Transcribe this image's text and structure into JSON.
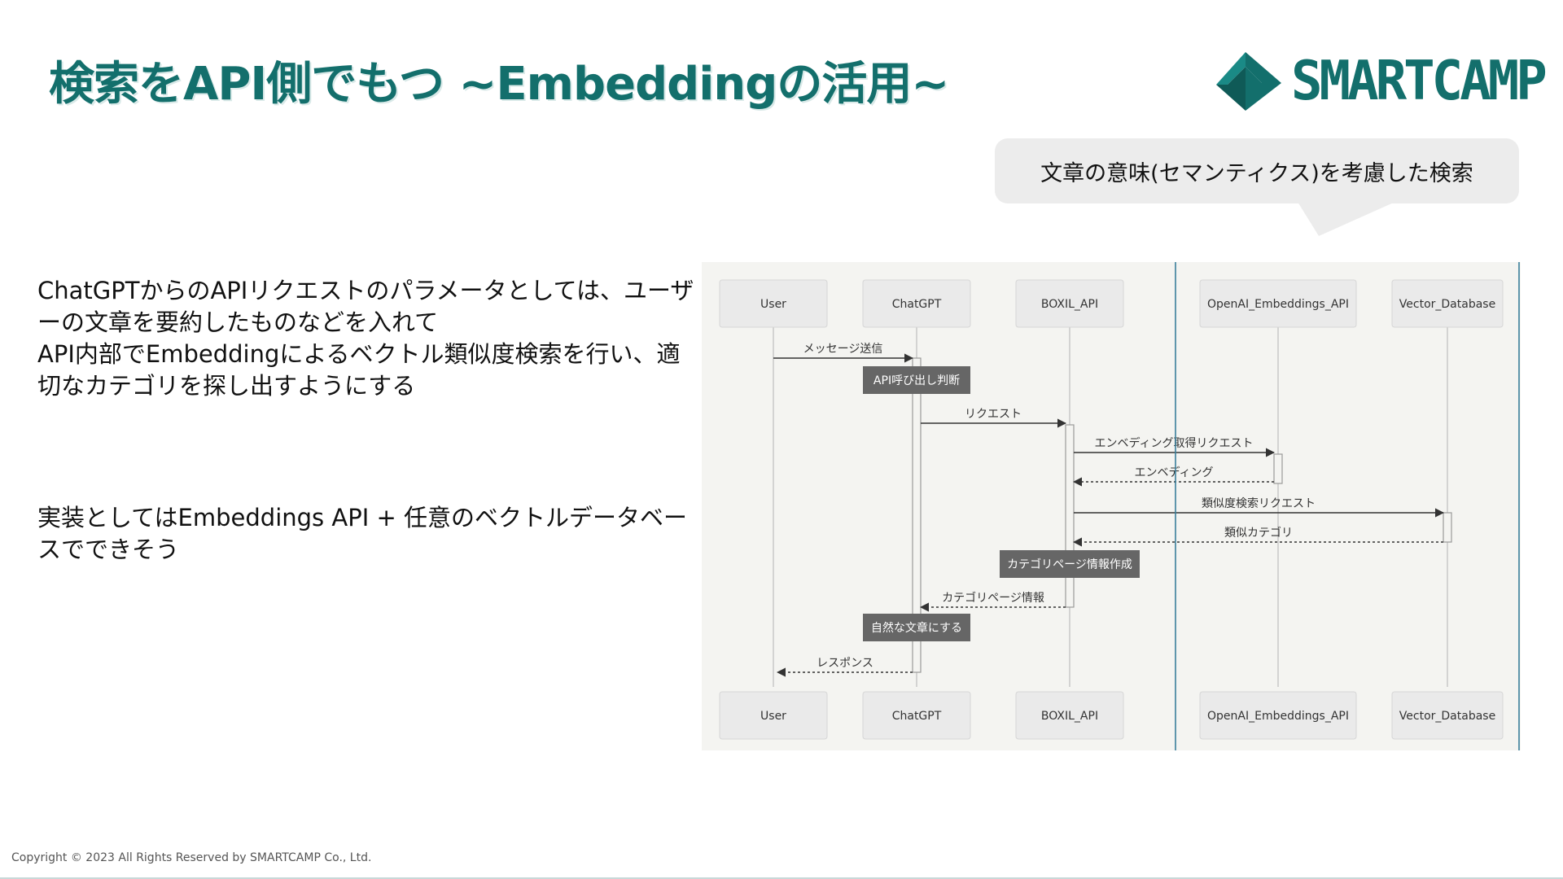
{
  "title": "検索をAPI側でもつ ~Embeddingの活用~",
  "logo_text": "SMARTCAMP",
  "bubble_text": "文章の意味(セマンティクス)を考慮した検索",
  "body_paragraphs": [
    "ChatGPTからのAPIリクエストのパラメータとしては、ユーザーの文章を要約したものなどを入れて\nAPI内部でEmbeddingによるベクトル類似度検索を行い、適切なカテゴリを探し出すようにする",
    "実装としてはEmbeddings API + 任意のベクトルデータベースでできそう"
  ],
  "diagram": {
    "participants": [
      "User",
      "ChatGPT",
      "BOXIL_API",
      "OpenAI_Embeddings_API",
      "Vector_Database"
    ],
    "messages": [
      {
        "from": 0,
        "to": 1,
        "label": "メッセージ送信",
        "dashed": false
      },
      {
        "from": 1,
        "to": 2,
        "label": "リクエスト",
        "dashed": false
      },
      {
        "from": 2,
        "to": 3,
        "label": "エンベディング取得リクエスト",
        "dashed": false
      },
      {
        "from": 3,
        "to": 2,
        "label": "エンベディング",
        "dashed": true
      },
      {
        "from": 2,
        "to": 4,
        "label": "類似度検索リクエスト",
        "dashed": false
      },
      {
        "from": 4,
        "to": 2,
        "label": "類似カテゴリ",
        "dashed": true
      },
      {
        "from": 2,
        "to": 1,
        "label": "カテゴリページ情報",
        "dashed": true
      },
      {
        "from": 1,
        "to": 0,
        "label": "レスポンス",
        "dashed": true
      }
    ],
    "notes": [
      {
        "on": 1,
        "label": "API呼び出し判断"
      },
      {
        "on": 2,
        "label": "カテゴリページ情報作成"
      },
      {
        "on": 1,
        "label": "自然な文章にする"
      }
    ]
  },
  "copyright": "Copyright © 2023 All Rights Reserved by SMARTCAMP Co., Ltd.",
  "colors": {
    "brand": "#136f6c",
    "highlight_border": "#3a7f9a",
    "diagram_bg": "#f4f4f1",
    "note_bg": "#666666"
  }
}
